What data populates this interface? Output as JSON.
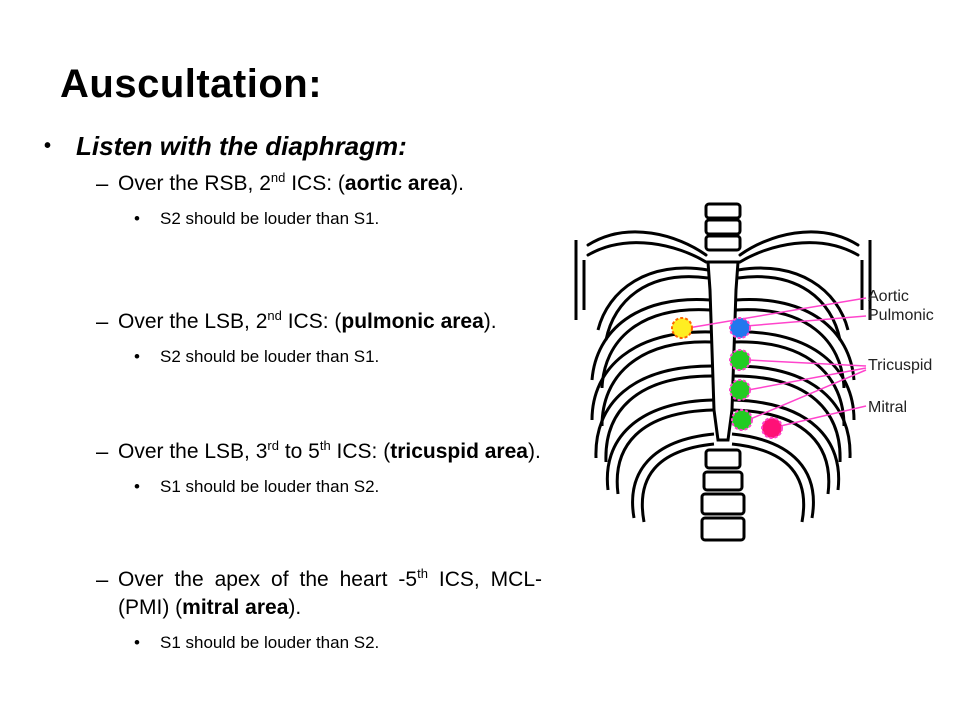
{
  "slide": {
    "title": "Auscultation:",
    "main_bullet": "Listen with the diaphragm:",
    "items": [
      {
        "line_before": "Over the RSB, 2",
        "sup": "nd",
        "line_mid": " ICS: (",
        "term": "aortic area",
        "line_after": ").",
        "sub": "S2 should be louder than S1."
      },
      {
        "line_before": "Over the LSB, 2",
        "sup": "nd",
        "line_mid": " ICS: (",
        "term": "pulmonic area",
        "line_after": ").",
        "sub": "S2 should be louder than S1."
      },
      {
        "line_before": "Over the LSB, 3",
        "sup": "rd",
        "line_mid": " to 5",
        "sup2": "th",
        "line_mid2": " ICS: (",
        "term": "tricuspid area",
        "line_after": ").",
        "sub": "S1 should be louder than S2."
      },
      {
        "line_before": "Over the apex of the heart -5",
        "sup": "th",
        "line_mid": " ICS, MCL- (PMI) (",
        "term": "mitral area",
        "line_after": ").",
        "sub": "S1 should be louder than S2."
      }
    ]
  },
  "diagram": {
    "labels": [
      "Aortic",
      "Pulmonic",
      "Tricuspid",
      "Mitral"
    ],
    "colors": {
      "aortic": "#ffee22",
      "pulmonic": "#2277ee",
      "tricuspid": "#22cc22",
      "mitral": "#ff1177",
      "leader": "#ff44cc"
    }
  },
  "bullets": {
    "main": "•",
    "dash": "–",
    "sub": "•"
  }
}
